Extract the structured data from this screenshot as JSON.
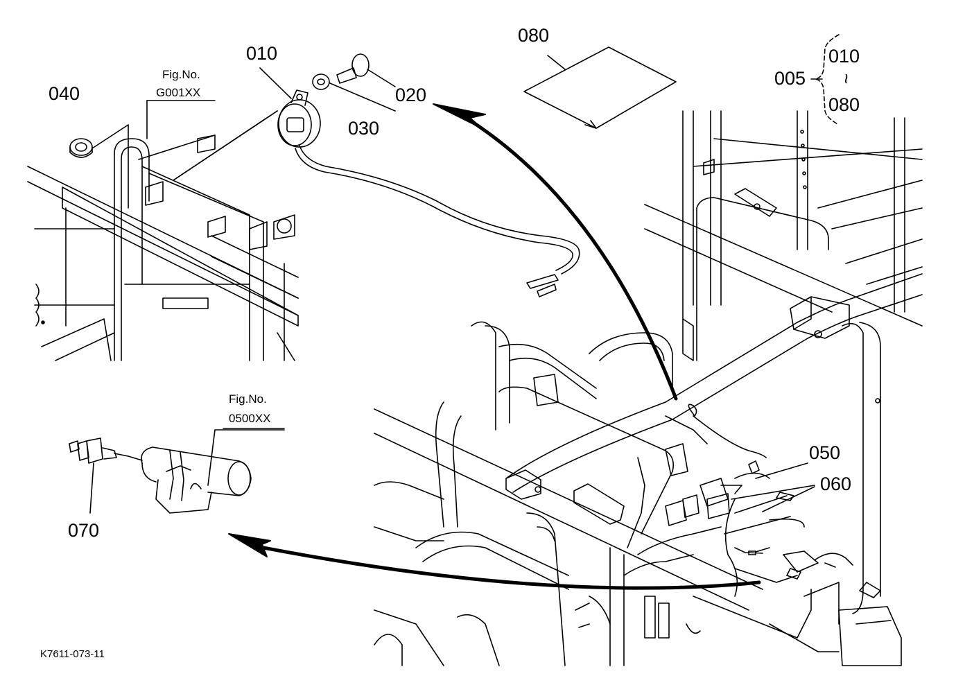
{
  "callouts": {
    "p010": "010",
    "p020": "020",
    "p030": "030",
    "p040": "040",
    "p050": "050",
    "p060": "060",
    "p070": "070",
    "p080": "080",
    "p005": "005",
    "range_start": "010",
    "range_tilde": "~",
    "range_end": "080"
  },
  "fig_refs": {
    "ref1_label": "Fig.No.",
    "ref1_code": "G001XX",
    "ref2_label": "Fig.No.",
    "ref2_code": "0500XX"
  },
  "drawing_number": "K7611-073-11"
}
